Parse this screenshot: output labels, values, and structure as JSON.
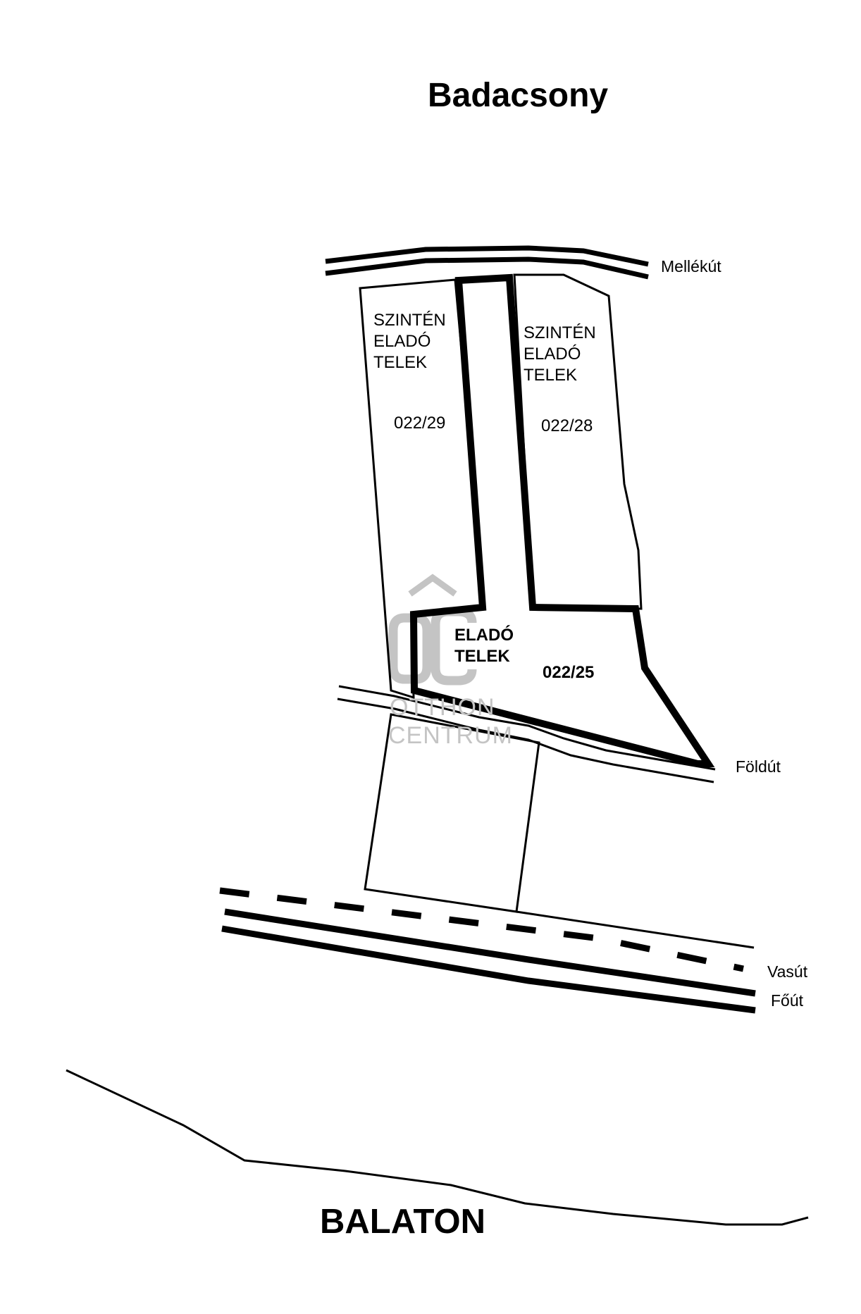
{
  "title": "Badacsony",
  "lake_label": "BALATON",
  "roads": {
    "side_road": "Mellékút",
    "dirt_road": "Földút",
    "railway": "Vasút",
    "main_road": "Főút"
  },
  "parcels": {
    "left": {
      "status": "SZINTÉN\nELADÓ\nTELEK",
      "number": "022/29"
    },
    "right": {
      "status": "SZINTÉN\nELADÓ\nTELEK",
      "number": "022/28"
    },
    "for_sale": {
      "status": "ELADÓ\nTELEK",
      "number": "022/25"
    }
  },
  "watermark": {
    "monogram": "OC",
    "line1": "OTTHON",
    "line2": "CENTRUM"
  },
  "colors": {
    "ink": "#000000",
    "watermark": "#c4c4c4",
    "background": "#ffffff"
  }
}
